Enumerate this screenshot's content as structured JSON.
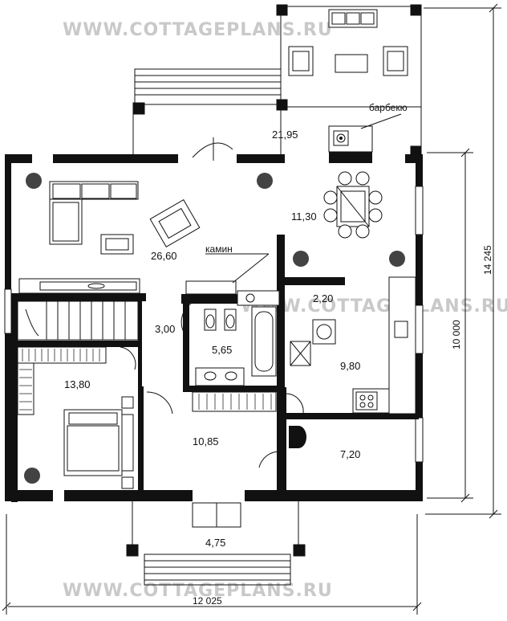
{
  "watermark": {
    "top": "WWW.COTTAGEPLANS.RU",
    "middle": "WWW.COTTAGEPLANS.RU",
    "bottom": "WWW.COTTAGEPLANS.RU"
  },
  "labels": {
    "bbq": "барбекю",
    "fireplace": "камин"
  },
  "rooms": {
    "terrace": "21,95",
    "dining": "11,30",
    "living": "26,60",
    "hall": "3,00",
    "bath": "5,65",
    "utility": "2,20",
    "kitchen": "9,80",
    "bedroom": "13,80",
    "entrance": "10,85",
    "cabinet": "7,20",
    "porch": "4,75"
  },
  "dimensions": {
    "width_total": "12 025",
    "height_total": "14 245",
    "height_house": "10 000"
  }
}
